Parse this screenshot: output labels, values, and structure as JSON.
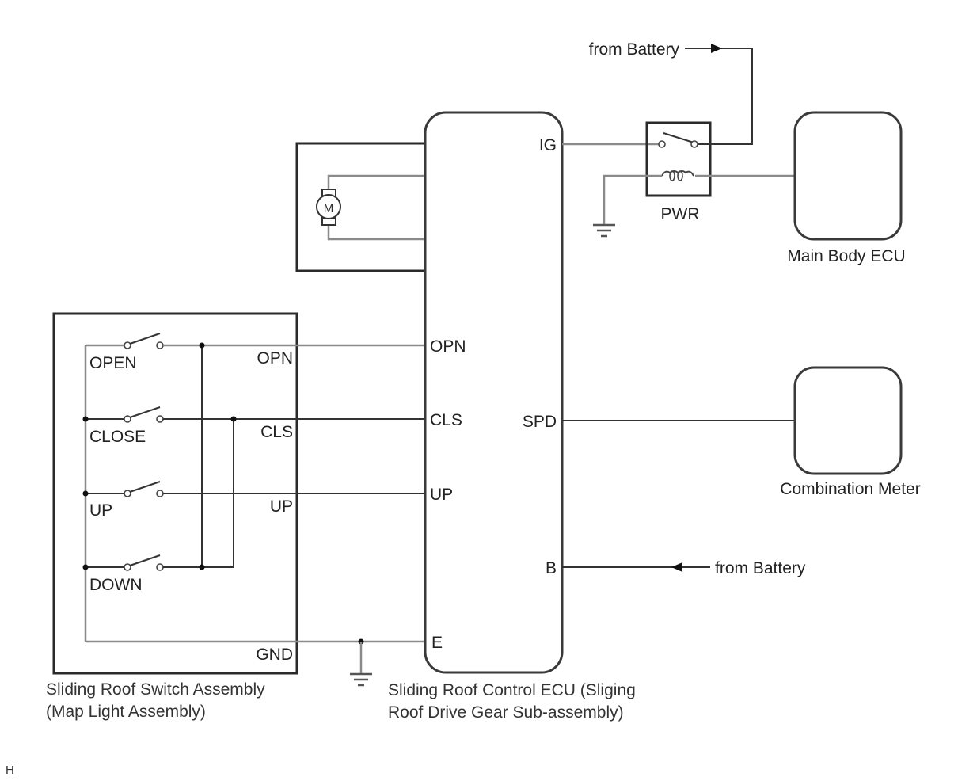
{
  "diagram": {
    "type": "wiring-diagram",
    "components": {
      "switch_assembly": {
        "caption_line1": "Sliding Roof Switch Assembly",
        "caption_line2": "(Map Light Assembly)",
        "switches": [
          {
            "label": "OPEN",
            "terminal": "OPN"
          },
          {
            "label": "CLOSE",
            "terminal": "CLS"
          },
          {
            "label": "UP",
            "terminal": "UP"
          },
          {
            "label": "DOWN",
            "terminal": ""
          }
        ],
        "ground_terminal": "GND"
      },
      "control_ecu": {
        "caption_line1": "Sliding Roof Control ECU (Sliging",
        "caption_line2": "Roof Drive Gear Sub-assembly)",
        "left_terminals": [
          "OPN",
          "CLS",
          "UP",
          "E"
        ],
        "right_terminals": [
          "IG",
          "SPD",
          "B"
        ]
      },
      "motor": {
        "symbol": "M"
      },
      "relay": {
        "label": "PWR"
      },
      "main_body_ecu": {
        "caption": "Main Body ECU"
      },
      "combination_meter": {
        "caption": "Combination Meter"
      }
    },
    "sources": {
      "top": "from Battery",
      "b_terminal": "from Battery"
    },
    "corner_mark": "H"
  }
}
